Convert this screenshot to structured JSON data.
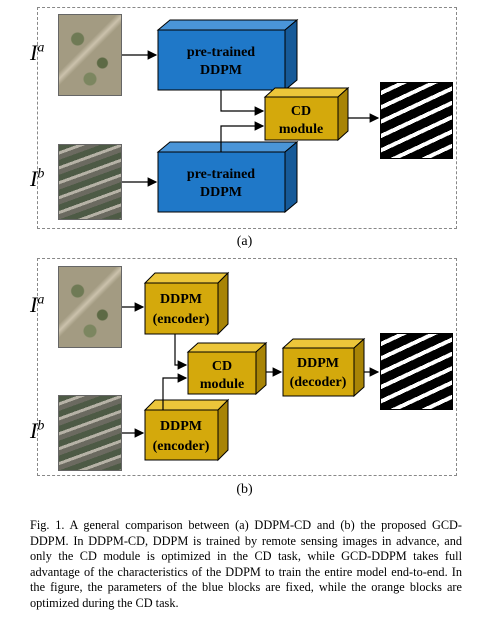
{
  "panel_a": {
    "input_top_label_base": "I",
    "input_top_label_sup": "a",
    "input_bottom_label_base": "I",
    "input_bottom_label_sup": "b",
    "block_top_line1": "pre-trained",
    "block_top_line2": "DDPM",
    "block_bottom_line1": "pre-trained",
    "block_bottom_line2": "DDPM",
    "cd_line1": "CD",
    "cd_line2": "module",
    "sublabel": "(a)"
  },
  "panel_b": {
    "input_top_label_base": "I",
    "input_top_label_sup": "a",
    "input_bottom_label_base": "I",
    "input_bottom_label_sup": "b",
    "enc_top_line1": "DDPM",
    "enc_top_line2": "(encoder)",
    "enc_bottom_line1": "DDPM",
    "enc_bottom_line2": "(encoder)",
    "cd_line1": "CD",
    "cd_line2": "module",
    "dec_line1": "DDPM",
    "dec_line2": "(decoder)",
    "sublabel": "(b)"
  },
  "caption": "Fig. 1.  A general comparison between (a) DDPM-CD and (b) the proposed GCD-DDPM. In DDPM-CD, DDPM is trained by remote sensing images in advance, and only the CD module is optimized in the CD task, while GCD-DDPM takes full advantage of the characteristics of the DDPM to train the entire model end-to-end. In the figure, the parameters of the blue blocks are fixed, while the orange blocks are optimized during the CD task.",
  "colors": {
    "blue_block": "#1f78c8",
    "orange_block": "#d4a90c",
    "edge": "#000000"
  }
}
